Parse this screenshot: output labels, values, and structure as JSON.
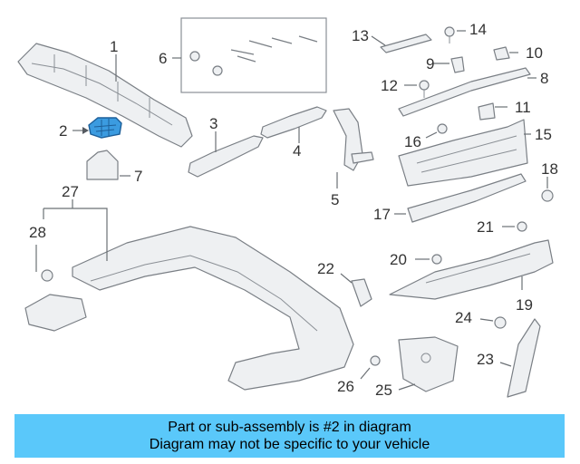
{
  "diagram": {
    "callouts": [
      "1",
      "2",
      "3",
      "4",
      "5",
      "6",
      "7",
      "8",
      "9",
      "10",
      "11",
      "12",
      "13",
      "14",
      "15",
      "16",
      "17",
      "18",
      "19",
      "20",
      "21",
      "22",
      "23",
      "24",
      "25",
      "26",
      "27",
      "28"
    ],
    "highlight_color": "#3b9be0"
  },
  "banner": {
    "line1": "Part or sub-assembly is #2 in diagram",
    "line2": "Diagram may not be specific to your vehicle",
    "background": "#5ac8fa"
  }
}
